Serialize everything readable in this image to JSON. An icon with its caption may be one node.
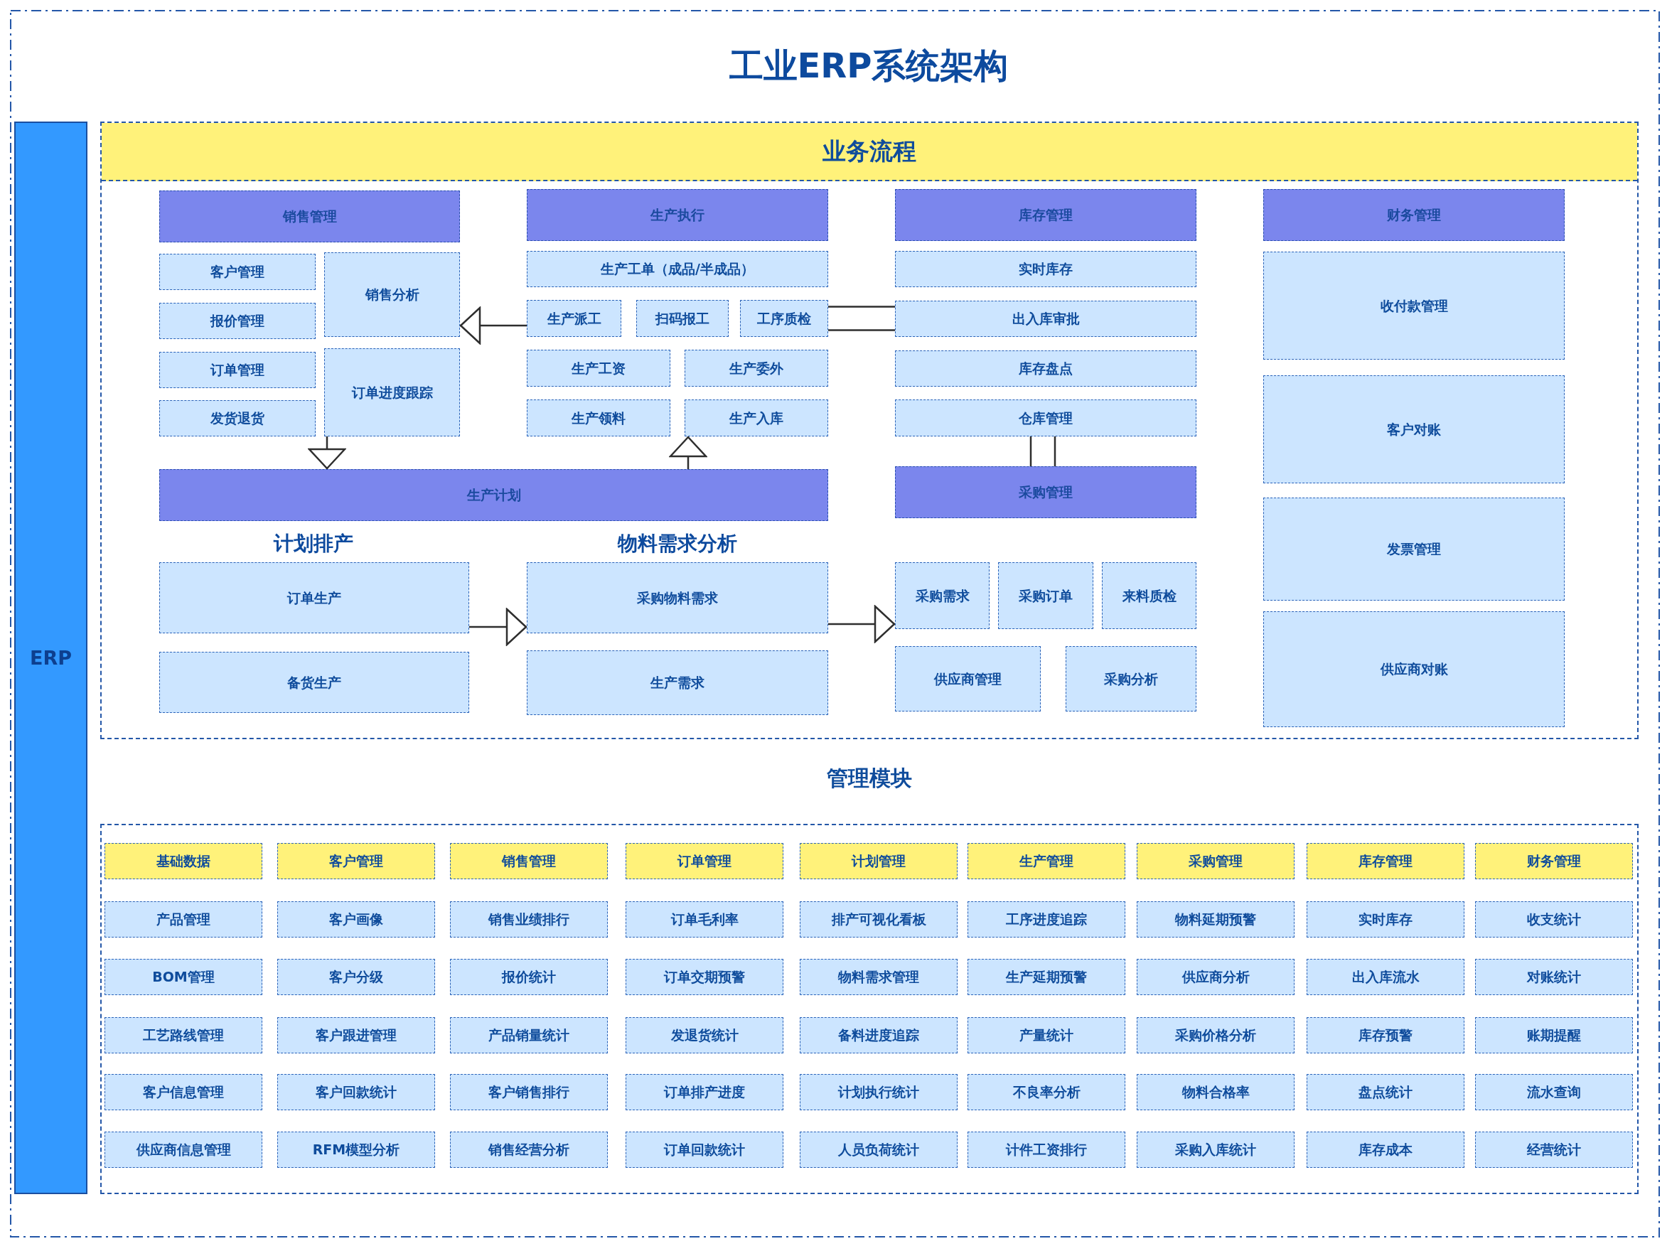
{
  "diagram": {
    "title": "工业ERP系统架构",
    "nodes": [
      {
        "text": [
          "ERP"
        ]
      },
      {
        "text": [
          "业务流程"
        ]
      },
      {
        "text": [
          "销售管理"
        ],
        "in": 1
      },
      {
        "text": [
          "客户管理"
        ],
        "in": 1
      },
      {
        "text": [
          "销售分析"
        ],
        "in": 1
      },
      {
        "text": [
          "报价管理"
        ],
        "in": 1
      },
      {
        "text": [
          "订单管理"
        ],
        "in": 1
      },
      {
        "text": [
          "订单进度跟踪"
        ],
        "in": 1
      },
      {
        "text": [
          "发货退货"
        ],
        "in": 1
      },
      {
        "text": [
          "生产执行"
        ],
        "in": 1
      },
      {
        "text": [
          "生产工单（成品/半成品）"
        ],
        "in": 1
      },
      {
        "text": [
          "生产派工"
        ],
        "in": 1
      },
      {
        "text": [
          "扫码报工"
        ],
        "in": 1
      },
      {
        "text": [
          "工序质检"
        ],
        "in": 1
      },
      {
        "text": [
          "生产工资"
        ],
        "in": 1
      },
      {
        "text": [
          "生产委外"
        ],
        "in": 1
      },
      {
        "text": [
          "生产领料"
        ],
        "in": 1
      },
      {
        "text": [
          "生产入库"
        ],
        "in": 1
      },
      {
        "text": [
          "库存管理"
        ],
        "in": 1
      },
      {
        "text": [
          "实时库存"
        ],
        "in": 1
      },
      {
        "text": [
          "出入库审批"
        ],
        "in": 1
      },
      {
        "text": [
          "库存盘点"
        ],
        "in": 1
      },
      {
        "text": [
          "仓库管理"
        ],
        "in": 1
      },
      {
        "text": [
          "财务管理"
        ],
        "in": 1
      },
      {
        "text": [
          "收付款管理"
        ],
        "in": 1
      },
      {
        "text": [
          "客户对账"
        ],
        "in": 1
      },
      {
        "text": [
          "发票管理"
        ],
        "in": 1
      },
      {
        "text": [
          "供应商对账"
        ],
        "in": 1
      },
      {
        "text": [
          "生产计划"
        ],
        "in": 1
      },
      {
        "text": [
          "订单生产"
        ],
        "in": 1
      },
      {
        "text": [
          "备货生产"
        ],
        "in": 1
      },
      {
        "text": [
          "采购物料需求"
        ],
        "in": 1
      },
      {
        "text": [
          "生产需求"
        ],
        "in": 1
      },
      {
        "text": [
          "采购管理"
        ],
        "in": 1
      },
      {
        "text": [
          "采购需求"
        ],
        "in": 1
      },
      {
        "text": [
          "采购订单"
        ],
        "in": 1
      },
      {
        "text": [
          "来料质检"
        ],
        "in": 1
      },
      {
        "text": [
          "供应商管理"
        ],
        "in": 1
      },
      {
        "text": [
          "采购分析"
        ],
        "in": 1
      },
      {
        "text": [
          "管理模块"
        ]
      },
      {
        "text": [
          "基础数据"
        ],
        "in": 39
      },
      {
        "text": [
          "客户管理"
        ],
        "in": 39
      },
      {
        "text": [
          "销售管理"
        ],
        "in": 39
      },
      {
        "text": [
          "订单管理"
        ],
        "in": 39
      },
      {
        "text": [
          "计划管理"
        ],
        "in": 39
      },
      {
        "text": [
          "生产管理"
        ],
        "in": 39
      },
      {
        "text": [
          "采购管理"
        ],
        "in": 39
      },
      {
        "text": [
          "库存管理"
        ],
        "in": 39
      },
      {
        "text": [
          "财务管理"
        ],
        "in": 39
      },
      {
        "text": [
          "产品管理"
        ],
        "in": 39
      },
      {
        "text": [
          "客户画像"
        ],
        "in": 39
      },
      {
        "text": [
          "销售业绩排行"
        ],
        "in": 39
      },
      {
        "text": [
          "订单毛利率"
        ],
        "in": 39
      },
      {
        "text": [
          "排产可视化看板"
        ],
        "in": 39
      },
      {
        "text": [
          "工序进度追踪"
        ],
        "in": 39
      },
      {
        "text": [
          "物料延期预警"
        ],
        "in": 39
      },
      {
        "text": [
          "实时库存"
        ],
        "in": 39
      },
      {
        "text": [
          "收支统计"
        ],
        "in": 39
      },
      {
        "text": [
          "BOM管理"
        ],
        "in": 39
      },
      {
        "text": [
          "客户分级"
        ],
        "in": 39
      },
      {
        "text": [
          "报价统计"
        ],
        "in": 39
      },
      {
        "text": [
          "订单交期预警"
        ],
        "in": 39
      },
      {
        "text": [
          "物料需求管理"
        ],
        "in": 39
      },
      {
        "text": [
          "生产延期预警"
        ],
        "in": 39
      },
      {
        "text": [
          "供应商分析"
        ],
        "in": 39
      },
      {
        "text": [
          "出入库流水"
        ],
        "in": 39
      },
      {
        "text": [
          "对账统计"
        ],
        "in": 39
      },
      {
        "text": [
          "工艺路线管理"
        ],
        "in": 39
      },
      {
        "text": [
          "客户跟进管理"
        ],
        "in": 39
      },
      {
        "text": [
          "产品销量统计"
        ],
        "in": 39
      },
      {
        "text": [
          "发退货统计"
        ],
        "in": 39
      },
      {
        "text": [
          "备料进度追踪"
        ],
        "in": 39
      },
      {
        "text": [
          "产量统计"
        ],
        "in": 39
      },
      {
        "text": [
          "采购价格分析"
        ],
        "in": 39
      },
      {
        "text": [
          "库存预警"
        ],
        "in": 39
      },
      {
        "text": [
          "账期提醒"
        ],
        "in": 39
      },
      {
        "text": [
          "客户信息管理"
        ],
        "in": 39
      },
      {
        "text": [
          "客户回款统计"
        ],
        "in": 39
      },
      {
        "text": [
          "客户销售排行"
        ],
        "in": 39
      },
      {
        "text": [
          "订单排产进度"
        ],
        "in": 39
      },
      {
        "text": [
          "计划执行统计"
        ],
        "in": 39
      },
      {
        "text": [
          "不良率分析"
        ],
        "in": 39
      },
      {
        "text": [
          "物料合格率"
        ],
        "in": 39
      },
      {
        "text": [
          "盘点统计"
        ],
        "in": 39
      },
      {
        "text": [
          "流水查询"
        ],
        "in": 39
      },
      {
        "text": [
          "供应商信息管理"
        ],
        "in": 39
      },
      {
        "text": [
          "RFM模型分析"
        ],
        "in": 39
      },
      {
        "text": [
          "销售经营分析"
        ],
        "in": 39
      },
      {
        "text": [
          "订单回款统计"
        ],
        "in": 39
      },
      {
        "text": [
          "人员负荷统计"
        ],
        "in": 39
      },
      {
        "text": [
          "计件工资排行"
        ],
        "in": 39
      },
      {
        "text": [
          "采购入库统计"
        ],
        "in": 39
      },
      {
        "text": [
          "库存成本"
        ],
        "in": 39
      },
      {
        "text": [
          "经营统计"
        ],
        "in": 39
      }
    ],
    "edges": [
      {
        "from": 11,
        "to": 4,
        "arrow": "to"
      },
      {
        "from": 13,
        "to": 20,
        "arrow": "none"
      },
      {
        "from": 7,
        "to": 28,
        "arrow": "to"
      },
      {
        "from": 28,
        "to": 17,
        "arrow": "to"
      },
      {
        "from": 22,
        "to": 33,
        "arrow": "none"
      },
      {
        "from": 29,
        "to": 31,
        "arrow": "to"
      },
      {
        "from": 31,
        "to": 34,
        "arrow": "to"
      }
    ],
    "labels": [
      "计划排产",
      "物料需求分析"
    ]
  }
}
